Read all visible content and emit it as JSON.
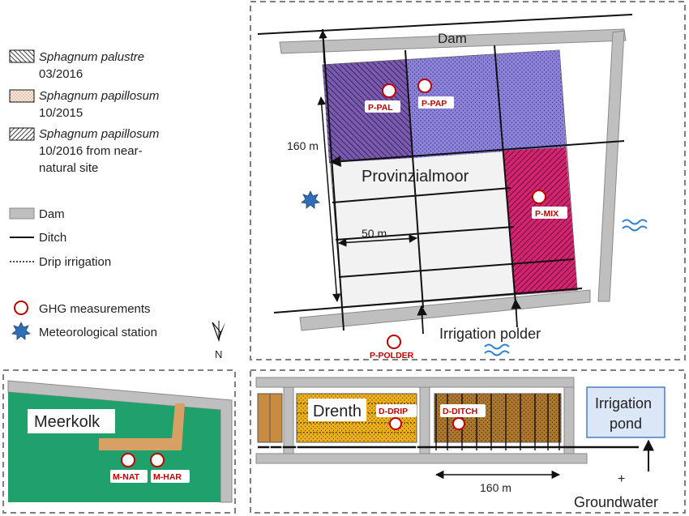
{
  "legend": {
    "items": [
      {
        "species": "Sphagnum palustre",
        "detail": "03/2016"
      },
      {
        "species": "Sphagnum papillosum",
        "detail": "10/2015"
      },
      {
        "species": "Sphagnum papillosum",
        "detail": "10/2016 from near-",
        "detail2": "natural site"
      }
    ],
    "dam": "Dam",
    "ditch": "Ditch",
    "drip": "Drip irrigation",
    "ghg": "GHG measurements",
    "met": "Meteorological station",
    "north": "N"
  },
  "provinzialmoor": {
    "dam": "Dam",
    "name": "Provinzialmoor",
    "length_160": "160 m",
    "width_50": "50 m",
    "irrigation_polder": "Irrigation polder",
    "sites": [
      "P-PAL",
      "P-PAP",
      "P-MIX",
      "P-POLDER"
    ]
  },
  "meerkolk": {
    "name": "Meerkolk",
    "sites": [
      "M-NAT",
      "M-HAR"
    ]
  },
  "drenth": {
    "name": "Drenth",
    "sites": [
      "D-DRIP",
      "D-DITCH"
    ],
    "length_160": "160 m",
    "pond_line1": "Irrigation",
    "pond_line2": "pond",
    "plus": "+",
    "groundwater": "Groundwater"
  },
  "colors": {
    "dam_gray": "#bfbfbf",
    "palustre_purple": "#6f4ea3",
    "papillosum_blue": "#8c7fd6",
    "mix_magenta": "#d01a6e",
    "field_gray": "#f2f2f2",
    "meerkolk_green": "#20a06a",
    "drenth_yellow": "#f2b61c",
    "drenth_brown": "#b57a2b",
    "ghg_red": "#c00000",
    "water_blue": "#2f7fd1",
    "pond_fill": "#dbe6f6"
  }
}
